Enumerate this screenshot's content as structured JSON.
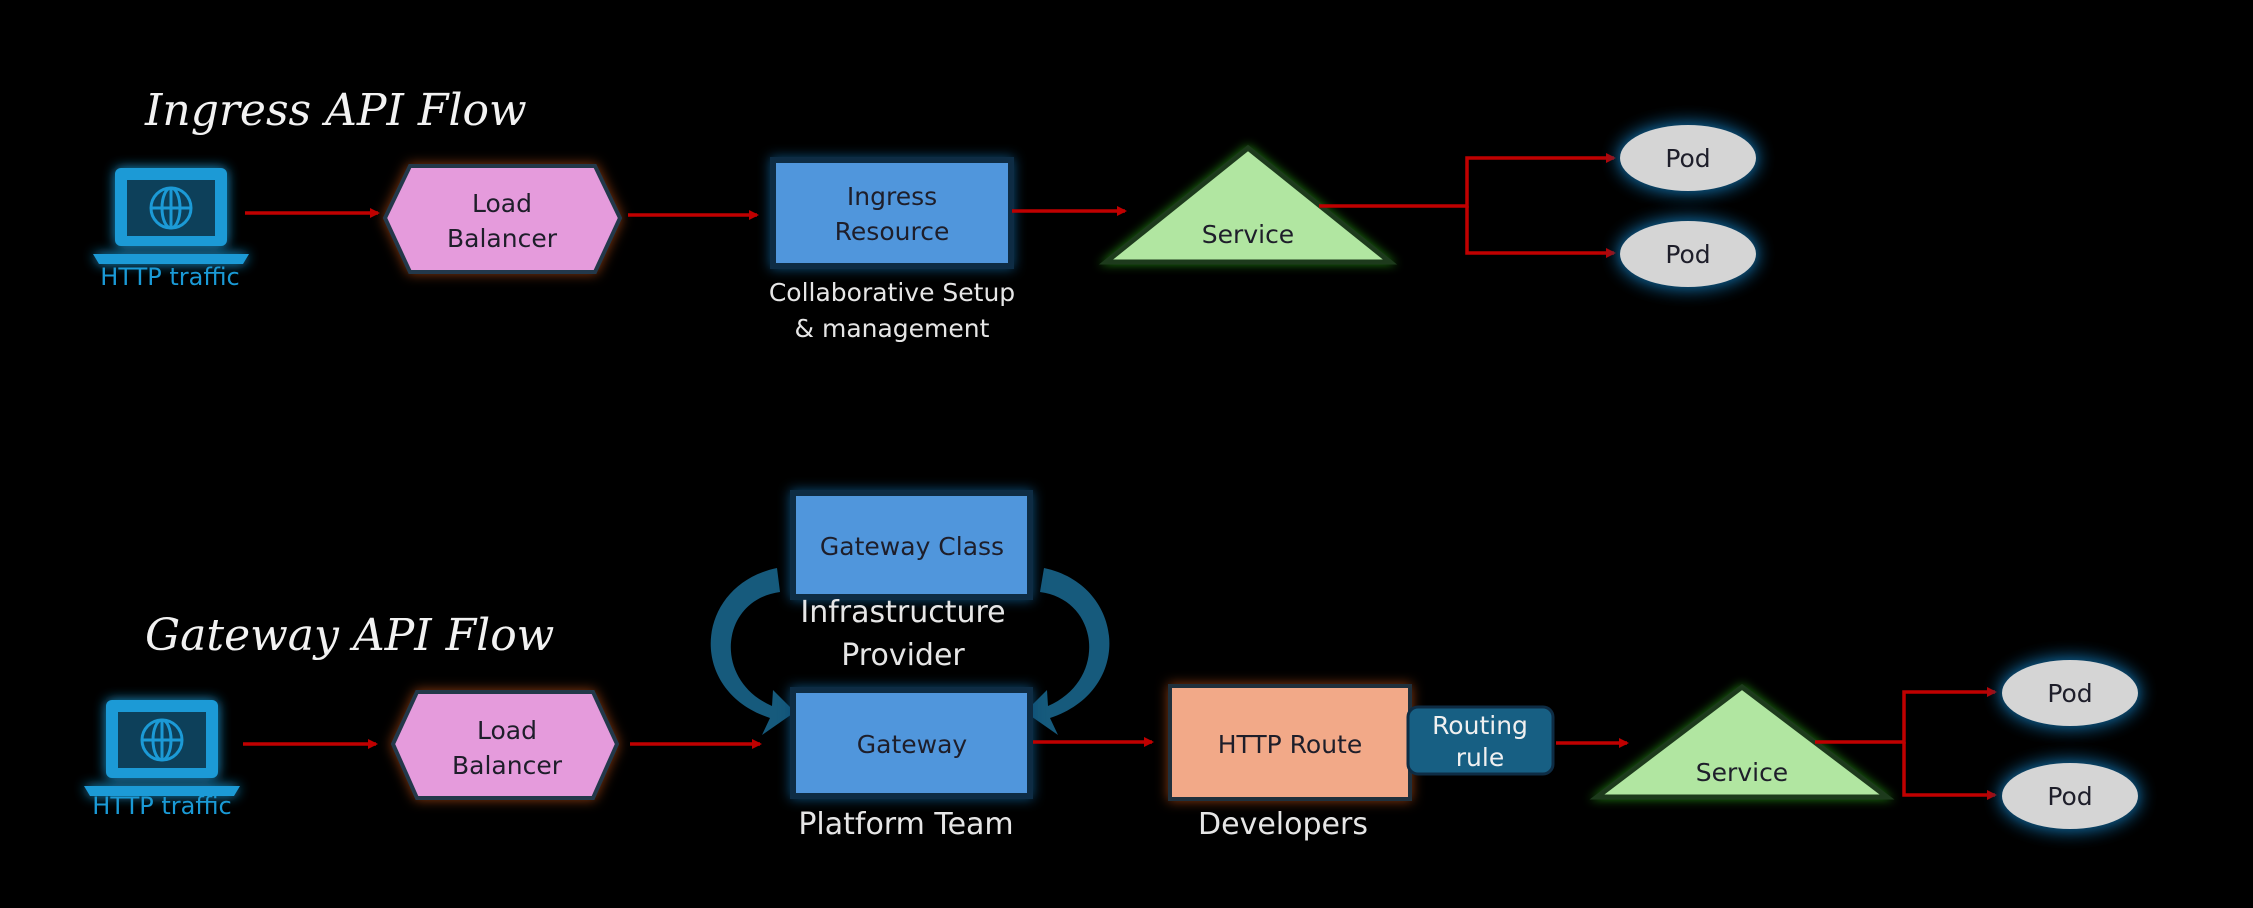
{
  "diagram": {
    "colors": {
      "background": "#000000",
      "arrow": "#c00000",
      "load_balancer": "#e59bdc",
      "resource_box": "#5096dc",
      "service": "#b1e6a1",
      "pod": "#d5d5d5",
      "http_route": "#f2a988",
      "routing_rule": "#175f83",
      "laptop": "#1a9ad6"
    },
    "ingress_flow": {
      "title": "Ingress API Flow",
      "client": {
        "icon": "laptop-globe-icon",
        "label": "HTTP traffic"
      },
      "load_balancer": {
        "line1": "Load",
        "line2": "Balancer"
      },
      "ingress_resource": {
        "line1": "Ingress",
        "line2": "Resource"
      },
      "ingress_caption": {
        "line1": "Collaborative Setup",
        "line2": "& management"
      },
      "service": {
        "label": "Service"
      },
      "pods": [
        {
          "label": "Pod"
        },
        {
          "label": "Pod"
        }
      ]
    },
    "gateway_flow": {
      "title": "Gateway API Flow",
      "client": {
        "icon": "laptop-globe-icon",
        "label": "HTTP traffic"
      },
      "load_balancer": {
        "line1": "Load",
        "line2": "Balancer"
      },
      "gateway_class": {
        "label": "Gateway Class"
      },
      "gateway_class_caption": {
        "line1": "Infrastructure",
        "line2": "Provider"
      },
      "gateway": {
        "label": "Gateway"
      },
      "gateway_caption": "Platform Team",
      "http_route": {
        "label": "HTTP Route"
      },
      "http_route_caption": "Developers",
      "routing_rule": {
        "line1": "Routing",
        "line2": "rule"
      },
      "service": {
        "label": "Service"
      },
      "pods": [
        {
          "label": "Pod"
        },
        {
          "label": "Pod"
        }
      ]
    }
  }
}
